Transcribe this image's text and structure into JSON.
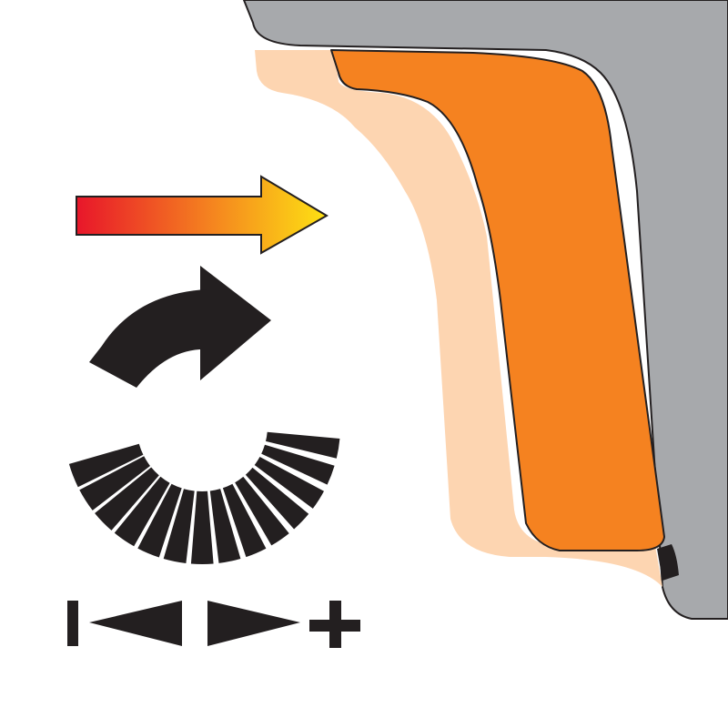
{
  "diagram": {
    "elements": [
      "gray-housing",
      "light-peach-layer",
      "orange-layer",
      "black-seal-tip",
      "heat-direction-arrow",
      "rotation-arrow",
      "speed-scale"
    ],
    "heat_arrow": {
      "gradient_start": "#e8162a",
      "gradient_mid": "#f5861f",
      "gradient_end": "#fde113"
    },
    "speed_scale": {
      "minus_icon": "bar-icon",
      "plus_icon": "plus-icon"
    },
    "colors": {
      "housing_gray": "#a7a9ac",
      "peach": "#fdd5b1",
      "orange": "#f58220",
      "outline": "#231f20",
      "black": "#231f20"
    }
  }
}
